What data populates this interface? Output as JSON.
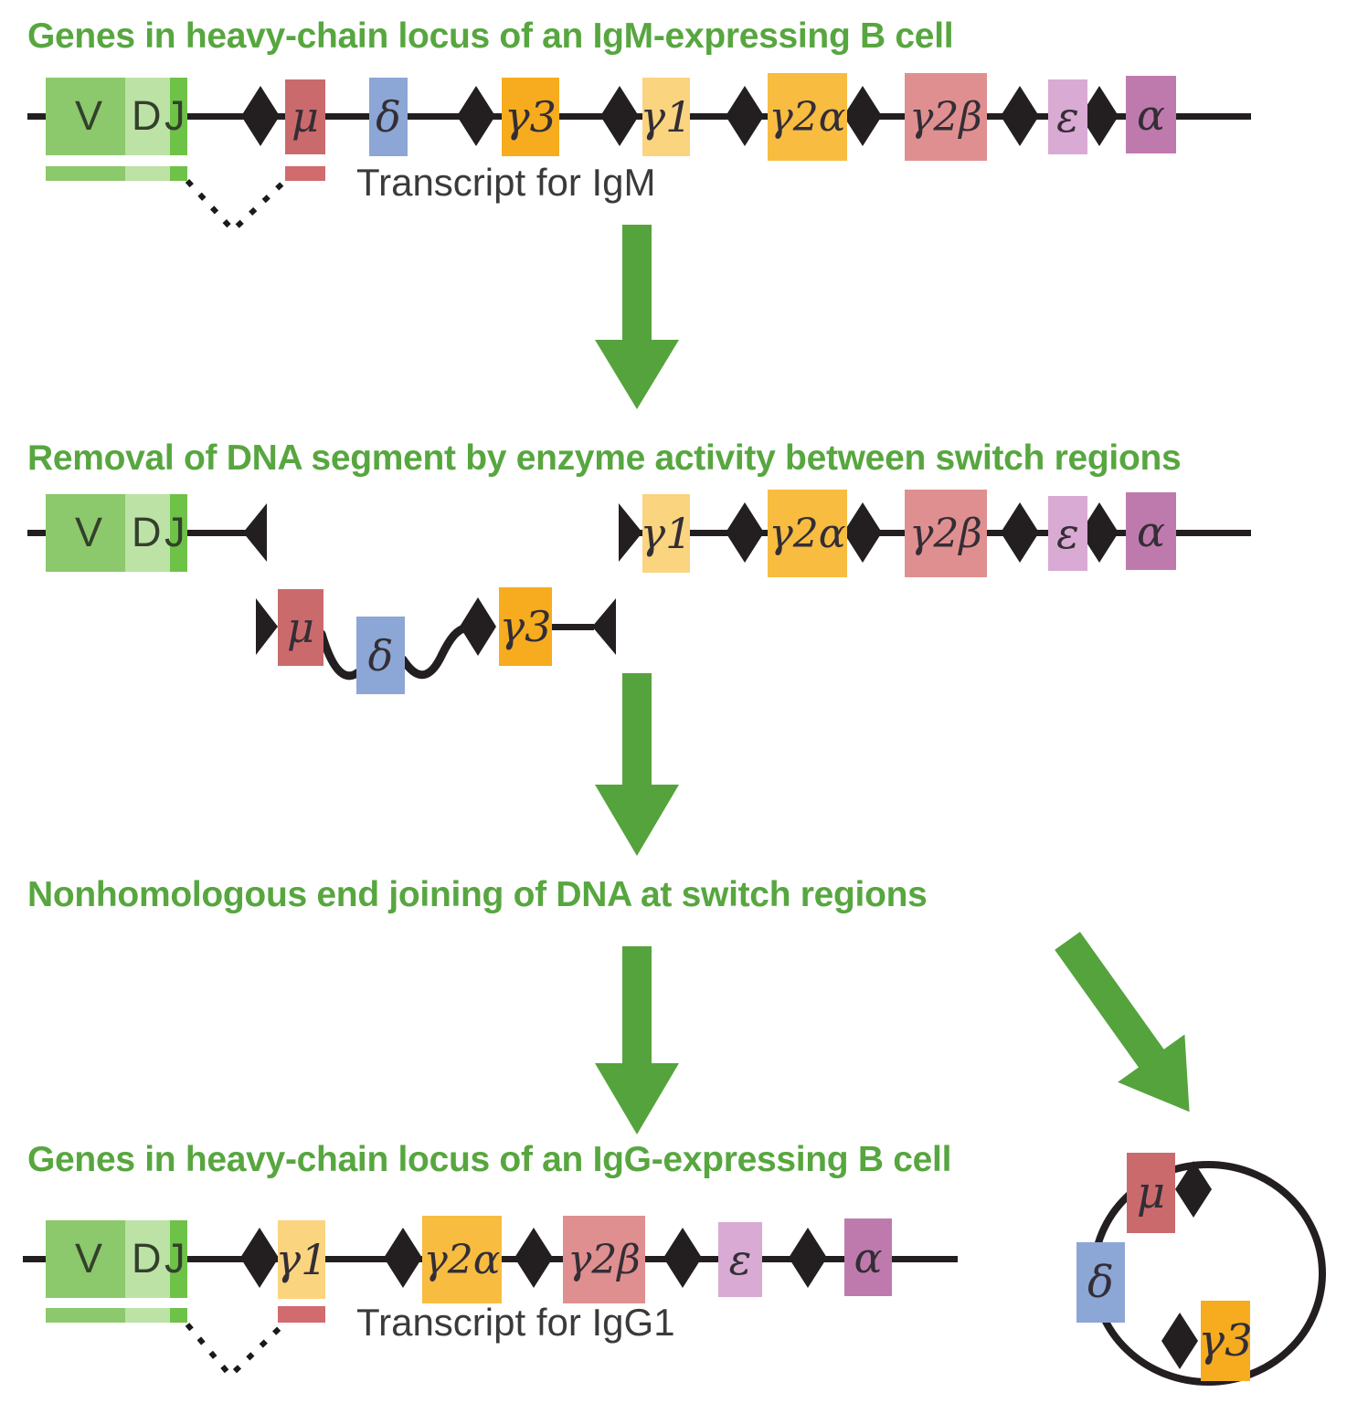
{
  "titles": {
    "igm": "Genes in heavy-chain locus of an IgM-expressing B cell",
    "removal": "Removal of DNA segment by enzyme activity between switch regions",
    "nhej": "Nonhomologous end joining of DNA at switch regions",
    "igg": "Genes in heavy-chain locus of an IgG-expressing B cell"
  },
  "captions": {
    "transcript_igm": "Transcript for IgM",
    "transcript_igg1": "Transcript for IgG1"
  },
  "genes": {
    "v": "V",
    "d": "D",
    "j": "J",
    "mu": "μ",
    "delta": "δ",
    "gamma3": "γ3",
    "gamma1": "γ1",
    "gamma2alpha": "γ2α",
    "gamma2beta": "γ2β",
    "epsilon": "ε",
    "alpha": "α"
  },
  "sequences": {
    "igm_locus": [
      "V",
      "D",
      "J",
      "◆",
      "μ",
      "δ",
      "◆",
      "γ3",
      "◆",
      "γ1",
      "◆",
      "γ2α",
      "◆",
      "γ2β",
      "◆",
      "ε",
      "◆",
      "α"
    ],
    "removal_retained": [
      "V",
      "D",
      "J",
      "◀",
      "▶",
      "γ1",
      "◆",
      "γ2α",
      "◆",
      "γ2β",
      "◆",
      "ε",
      "◆",
      "α"
    ],
    "removal_excised": [
      "▶",
      "μ",
      "δ",
      "◆",
      "γ3",
      "◀"
    ],
    "igg_locus": [
      "V",
      "D",
      "J",
      "◆",
      "γ1",
      "◆",
      "γ2α",
      "◆",
      "γ2β",
      "◆",
      "ε",
      "◆",
      "α"
    ],
    "excised_circle": [
      "μ",
      "◆",
      "γ3",
      "◆",
      "δ"
    ]
  },
  "colors": {
    "title_green": "#57A63F",
    "arrow_green": "#55A33C",
    "dna_line": "#231F20",
    "switch_diamond": "#231F20",
    "gene_v": "#8CC86C",
    "gene_d": "#BCE2A6",
    "gene_j": "#6EC247",
    "gene_mu": "#CB6A6C",
    "gene_delta": "#8CA6D5",
    "gene_gamma3": "#F6AC1E",
    "gene_gamma1": "#FAD47F",
    "gene_gamma2alpha": "#F8BC41",
    "gene_gamma2beta": "#E08F90",
    "gene_epsilon": "#D9AAD3",
    "gene_alpha": "#BF7AAD",
    "transcript_bar_red": "#D26B6E",
    "caption_text": "#3A3A3A"
  }
}
